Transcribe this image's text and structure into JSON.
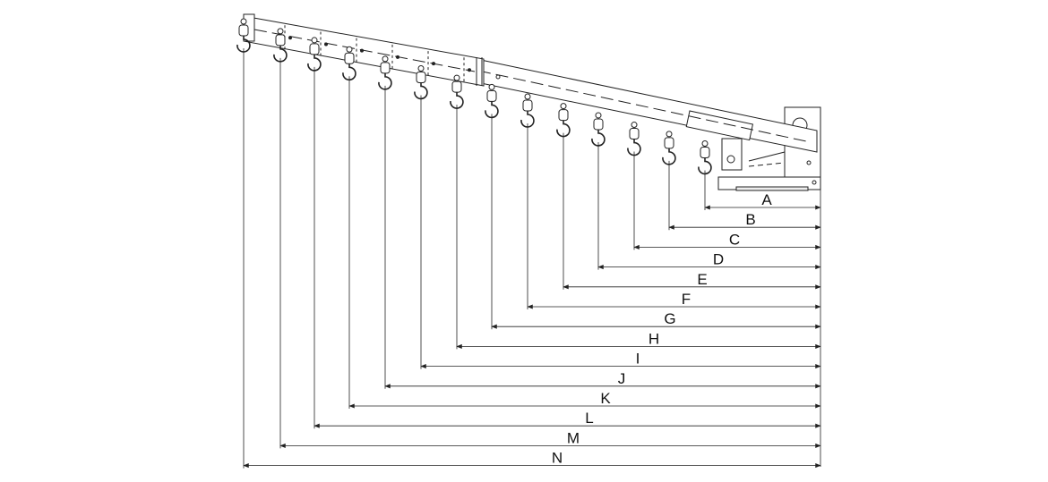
{
  "dimension_labels": [
    "A",
    "B",
    "C",
    "D",
    "E",
    "F",
    "G",
    "H",
    "I",
    "J",
    "K",
    "L",
    "M",
    "N"
  ],
  "colors": {
    "line": "#222222",
    "fill": "#ffffff"
  }
}
